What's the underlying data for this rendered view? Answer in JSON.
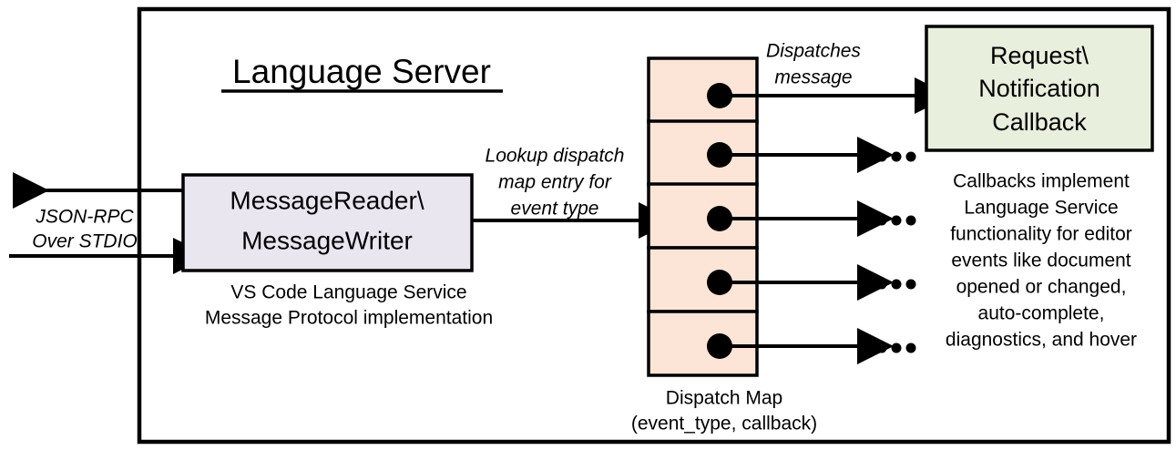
{
  "diagram": {
    "title": "Language Server",
    "frame": {
      "name": "language-server-boundary"
    },
    "io": {
      "label_line1": "JSON-RPC",
      "label_line2": "Over STDIO",
      "outbound_arrow": "arrow-left-out",
      "inbound_arrow": "arrow-right-in"
    },
    "message_box": {
      "line1": "MessageReader\\",
      "line2": "MessageWriter",
      "fill": "#EAE6F0",
      "caption_line1": "VS Code Language Service",
      "caption_line2": "Message Protocol implementation"
    },
    "lookup_label": {
      "line1": "Lookup dispatch",
      "line2": "map entry for",
      "line3": "event type"
    },
    "dispatch_map": {
      "fill": "#FCE5D6",
      "caption_line1": "Dispatch Map",
      "caption_line2": "(event_type, callback)",
      "rows": [
        {
          "id": "row-1",
          "dot": "entry-dot",
          "target": "callback-box"
        },
        {
          "id": "row-2",
          "dot": "entry-dot",
          "target": "ellipsis"
        },
        {
          "id": "row-3",
          "dot": "entry-dot",
          "target": "ellipsis"
        },
        {
          "id": "row-4",
          "dot": "entry-dot",
          "target": "ellipsis"
        },
        {
          "id": "row-5",
          "dot": "entry-dot",
          "target": "ellipsis"
        }
      ],
      "ellipsis_glyph": "..."
    },
    "dispatch_label": {
      "line1": "Dispatches",
      "line2": "message"
    },
    "callback_box": {
      "line1": "Request\\",
      "line2": "Notification",
      "line3": "Callback",
      "fill": "#E8EFDD"
    },
    "callback_note": {
      "line1": "Callbacks implement",
      "line2": "Language Service",
      "line3": "functionality for editor",
      "line4": "events like document",
      "line5": "opened or changed,",
      "line6": "auto-complete,",
      "line7": "diagnostics, and hover"
    }
  }
}
